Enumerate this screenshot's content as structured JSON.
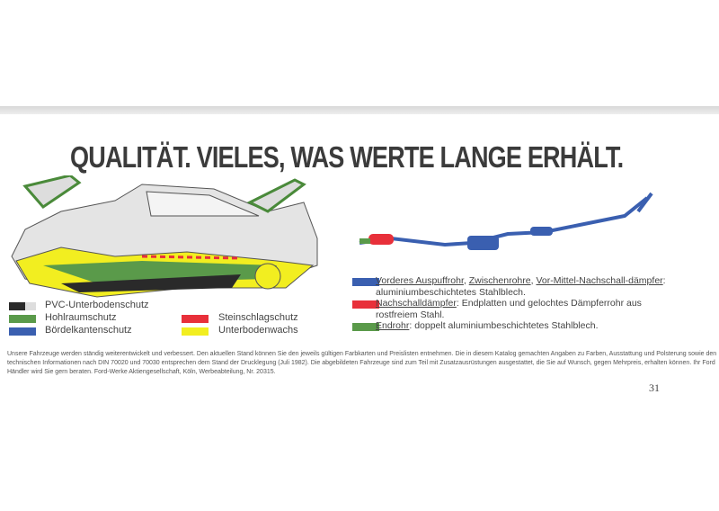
{
  "title": "QUALITÄT. VIELES, WAS WERTE LANGE ERHÄLT.",
  "legend_left": [
    {
      "label": "PVC-Unterbodenschutz",
      "color": "#2a2a2a"
    },
    {
      "label": "Hohlraumschutz",
      "color": "#5a9a4a"
    },
    {
      "label": "Bördelkantenschutz",
      "color": "#3a5fb0"
    },
    {
      "label": "Steinschlagschutz",
      "color": "#e8303a"
    },
    {
      "label": "Unterbodenwachs",
      "color": "#f2ee20"
    }
  ],
  "legend_right": [
    {
      "term1": "Vorderes Auspuffrohr",
      "term2": "Zwischenrohre",
      "term3": "Vor-Mittel-Nachschall-dämpfer",
      "desc": ": aluminiumbeschichtetes Stahlblech.",
      "color": "#3a5fb0"
    },
    {
      "term": "Nachschalldämpfer",
      "desc": ": Endplatten und gelochtes Dämpferrohr aus rostfreiem Stahl.",
      "color": "#e8303a"
    },
    {
      "term": "Endrohr",
      "desc": ": doppelt aluminiumbeschichtetes Stahlblech.",
      "color": "#5a9a4a"
    }
  ],
  "footnote": "Unsere Fahrzeuge werden ständig weiterentwickelt und verbessert. Den aktuellen Stand können Sie den jeweils gültigen Farbkarten und Preislisten entnehmen. Die in diesem Katalog gemachten Angaben zu Farben, Ausstattung und Polsterung sowie den technischen Informationen nach DIN 70020 und 70030 entsprechen dem Stand der Drucklegung (Juli 1982). Die abgebildeten Fahrzeuge sind zum Teil mit Zusatzausrüstungen ausgestattet, die Sie auf Wunsch, gegen Mehrpreis, erhalten können. Ihr Ford Händler wird Sie gern beraten. Ford-Werke Aktiengesellschaft, Köln, Werbeabteilung, Nr. 20315.",
  "page_number": "31"
}
